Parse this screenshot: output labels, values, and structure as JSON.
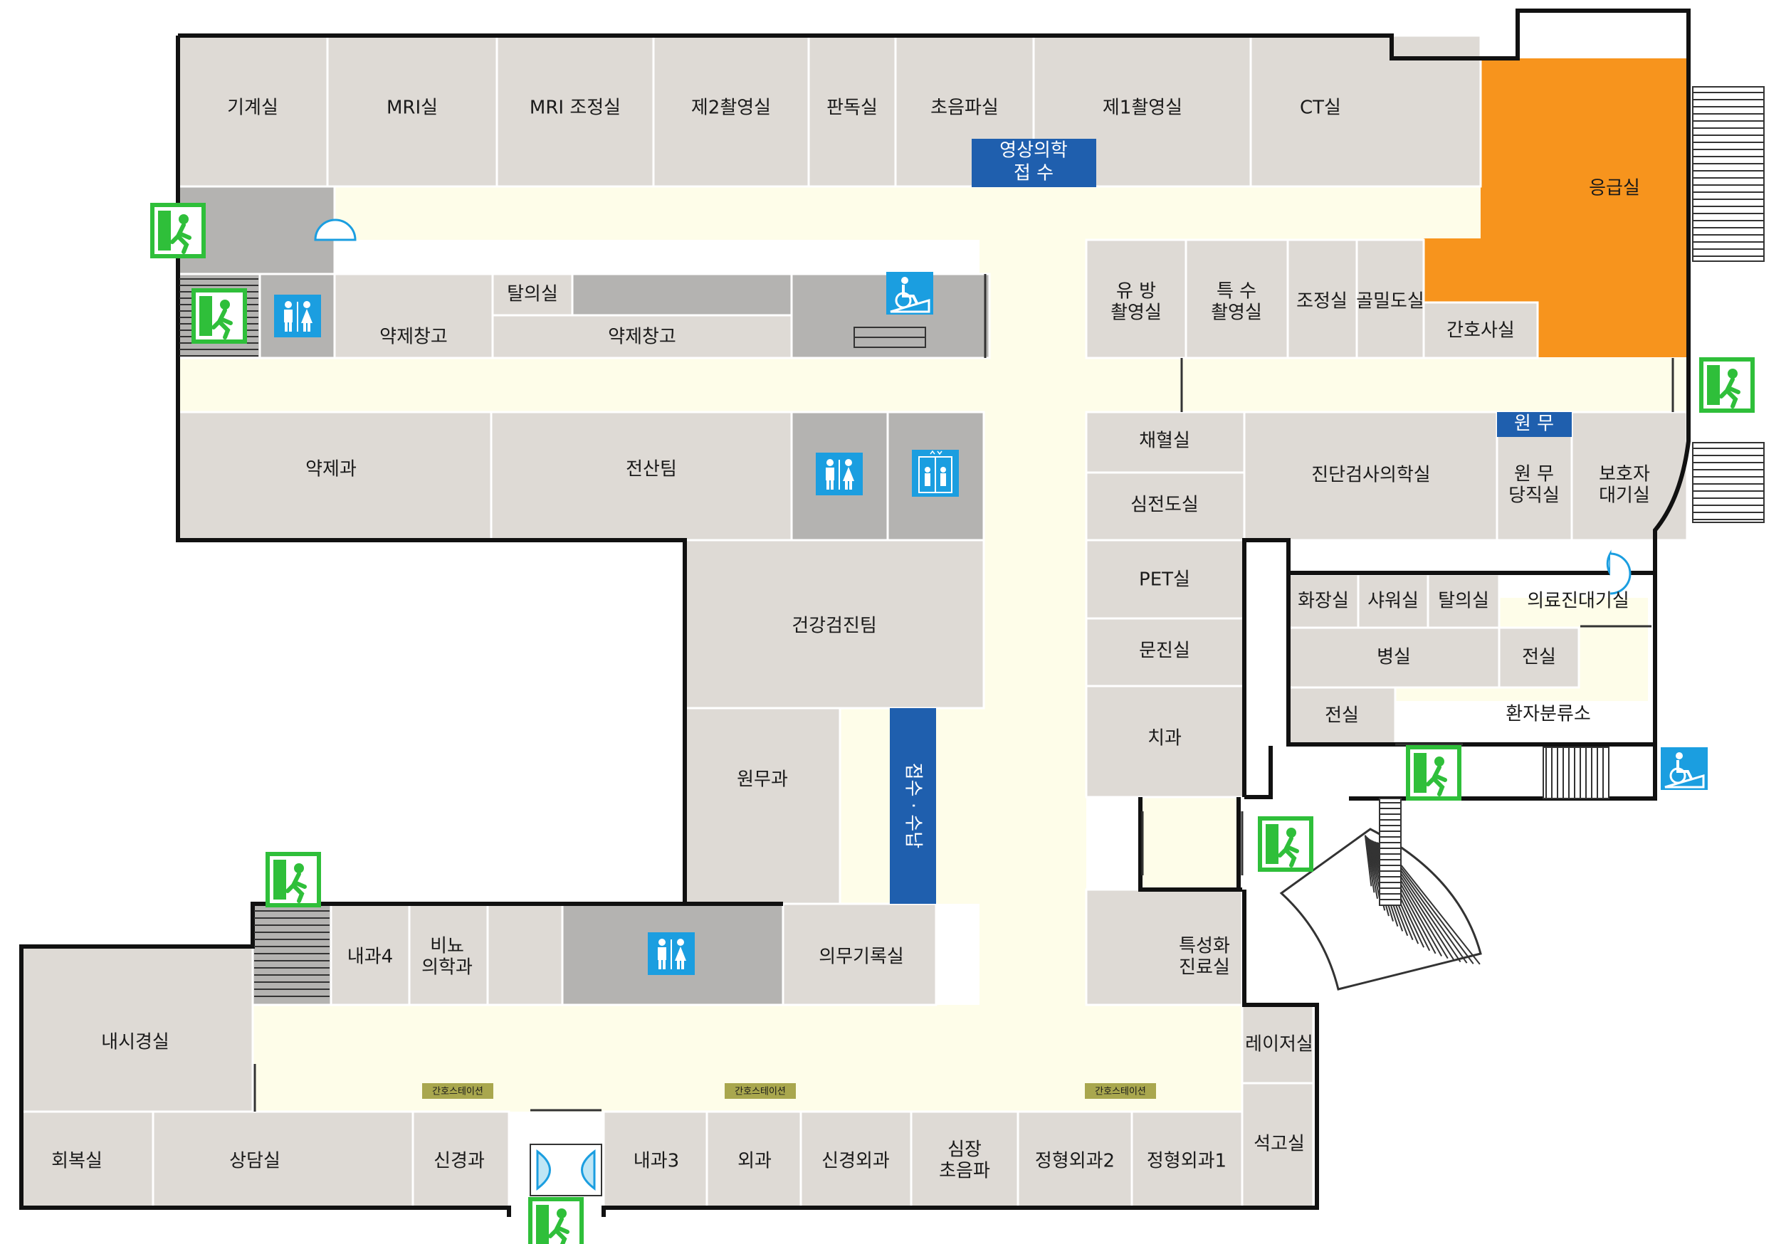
{
  "rooms": {
    "mech": "기계실",
    "mri": "MRI실",
    "mri_ctrl": "MRI 조정실",
    "xray2": "제2촬영실",
    "reading": "판독실",
    "ultrasound": "초음파실",
    "xray1": "제1촬영실",
    "ct": "CT실",
    "emergency": "응급실",
    "imaging_reception_1": "영상의학",
    "imaging_reception_2": "접        수",
    "undress1": "탈의실",
    "pharm_store1": "약제창고",
    "pharm_store2": "약제창고",
    "mammo_1": "유     방",
    "mammo_2": "촬영실",
    "special_1": "특     수",
    "special_2": "촬영실",
    "control": "조정실",
    "bone_density": "골밀도실",
    "nurse": "간호사실",
    "duty_sign": "원   무",
    "pharmacy": "약제과",
    "it": "전산팀",
    "blood": "채혈실",
    "ecg": "심전도실",
    "lab_medicine": "진단검사의학실",
    "duty_room_1": "원   무",
    "duty_room_2": "당직실",
    "guardian_1": "보호자",
    "guardian_2": "대기실",
    "pet": "PET실",
    "makeup": "화장실",
    "shower": "샤워실",
    "undress2": "탈의실",
    "medical_bed": "의료진대기실",
    "checkup": "건강검진팀",
    "ward": "병실",
    "jeonsil1": "전실",
    "jeonsil2": "전실",
    "triage": "환자분류소",
    "interview": "문진실",
    "dental": "치과",
    "admin": "원무과",
    "reception_vertical": "접수 · 수납",
    "im4": "내과4",
    "urology_1": "비뇨",
    "urology_2": "의학과",
    "records": "의무기록실",
    "special_care_1": "특성화",
    "special_care_2": "진료실",
    "endoscopy": "내시경실",
    "laser": "레이저실",
    "recovery": "회복실",
    "counsel": "상담실",
    "neuro": "신경과",
    "im3": "내과3",
    "surgery": "외과",
    "neurosurgery": "신경외과",
    "cardiac_us_1": "심장",
    "cardiac_us_2": "초음파",
    "ortho2": "정형외과2",
    "ortho1": "정형외과1",
    "lithotripsy": "석고실"
  },
  "nurse_station_label": "간호스테이션",
  "colors": {
    "room": "#dedad5",
    "corridor": "#fefde9",
    "emergency": "#f7941d",
    "service": "#b4b3b1",
    "sign_blue": "#1f5fae",
    "icon_blue": "#1b9ee0",
    "exit_green": "#2fbf3a",
    "station_olive": "#a9a74e"
  },
  "icons": [
    "exit-icon",
    "restroom-icon",
    "elevator-icon",
    "accessible-ramp-icon",
    "dome-light-icon",
    "door-icon"
  ]
}
